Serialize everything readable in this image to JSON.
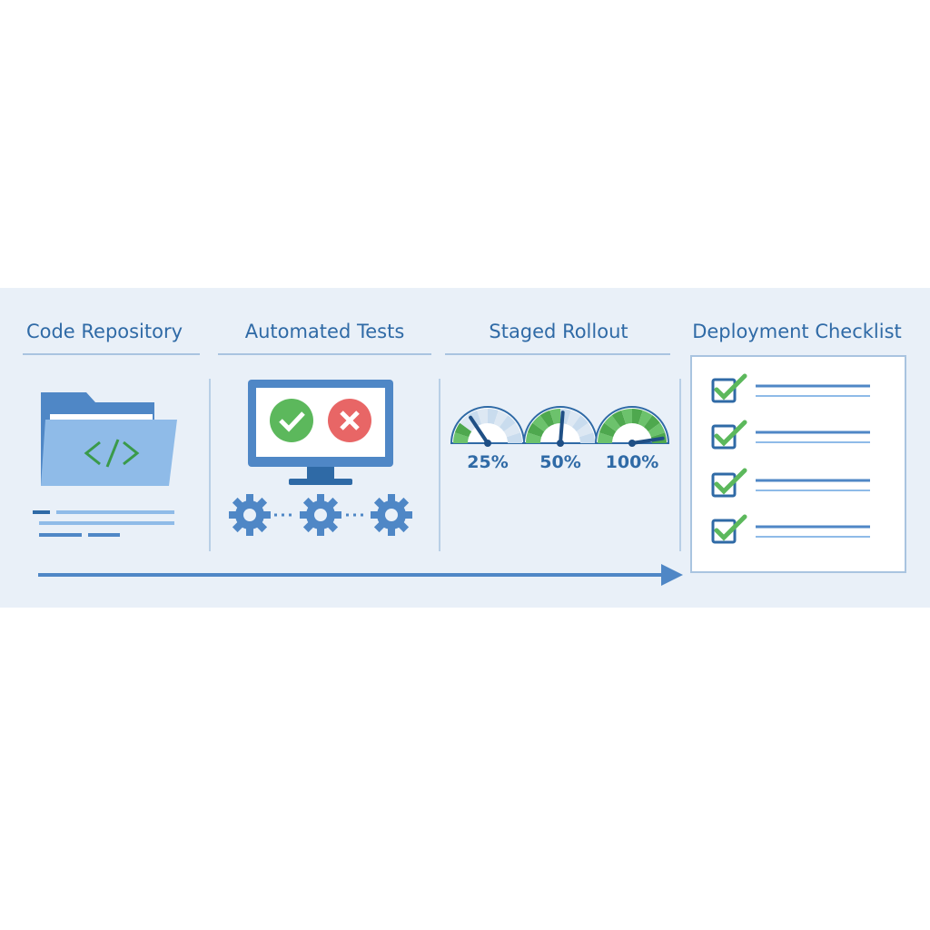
{
  "stages": [
    {
      "title": "Code Repository"
    },
    {
      "title": "Automated Tests"
    },
    {
      "title": "Staged Rollout"
    },
    {
      "title": "Deployment Checklist"
    }
  ],
  "rollout": {
    "gauges": [
      {
        "label": "25%",
        "fraction": 0.25
      },
      {
        "label": "50%",
        "fraction": 0.5
      },
      {
        "label": "100%",
        "fraction": 1.0
      }
    ]
  },
  "tests": {
    "results": [
      "pass",
      "fail"
    ]
  },
  "checklist": {
    "items_checked": [
      true,
      true,
      true,
      true
    ]
  },
  "colors": {
    "band": "#e9f0f8",
    "accent": "#2f6aa6",
    "mid_blue": "#4f87c6",
    "light_blue": "#8fbbe8",
    "green": "#5cb85c",
    "red": "#e86666"
  },
  "icons": [
    "folder-code-icon",
    "monitor-icon",
    "check-circle-icon",
    "x-circle-icon",
    "gear-icon",
    "gauge-icon",
    "checkbox-checked-icon",
    "arrow-right-icon"
  ]
}
